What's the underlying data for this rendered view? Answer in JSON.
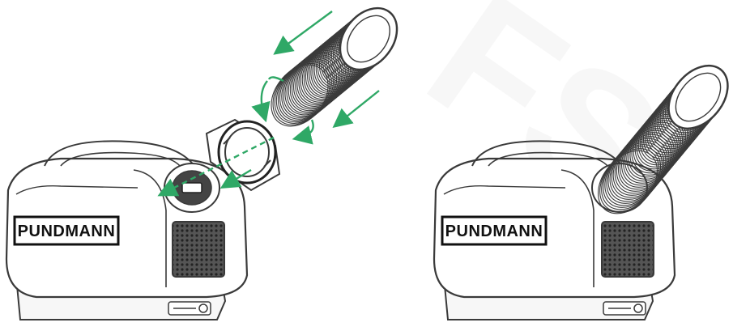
{
  "left_unit": {
    "brand_label": "PUNDMANN",
    "step": "attach-hose"
  },
  "right_unit": {
    "brand_label": "PUNDMANN",
    "step": "hose-attached"
  },
  "watermark": {
    "text": "FS"
  },
  "colors": {
    "arrow": "#2fa866",
    "outline": "#3a3a3a",
    "watermark": "#eeeeee"
  },
  "icons": [
    "arrow-icon",
    "hose-icon",
    "adapter-ring-icon",
    "grille-icon",
    "switch-icon"
  ]
}
